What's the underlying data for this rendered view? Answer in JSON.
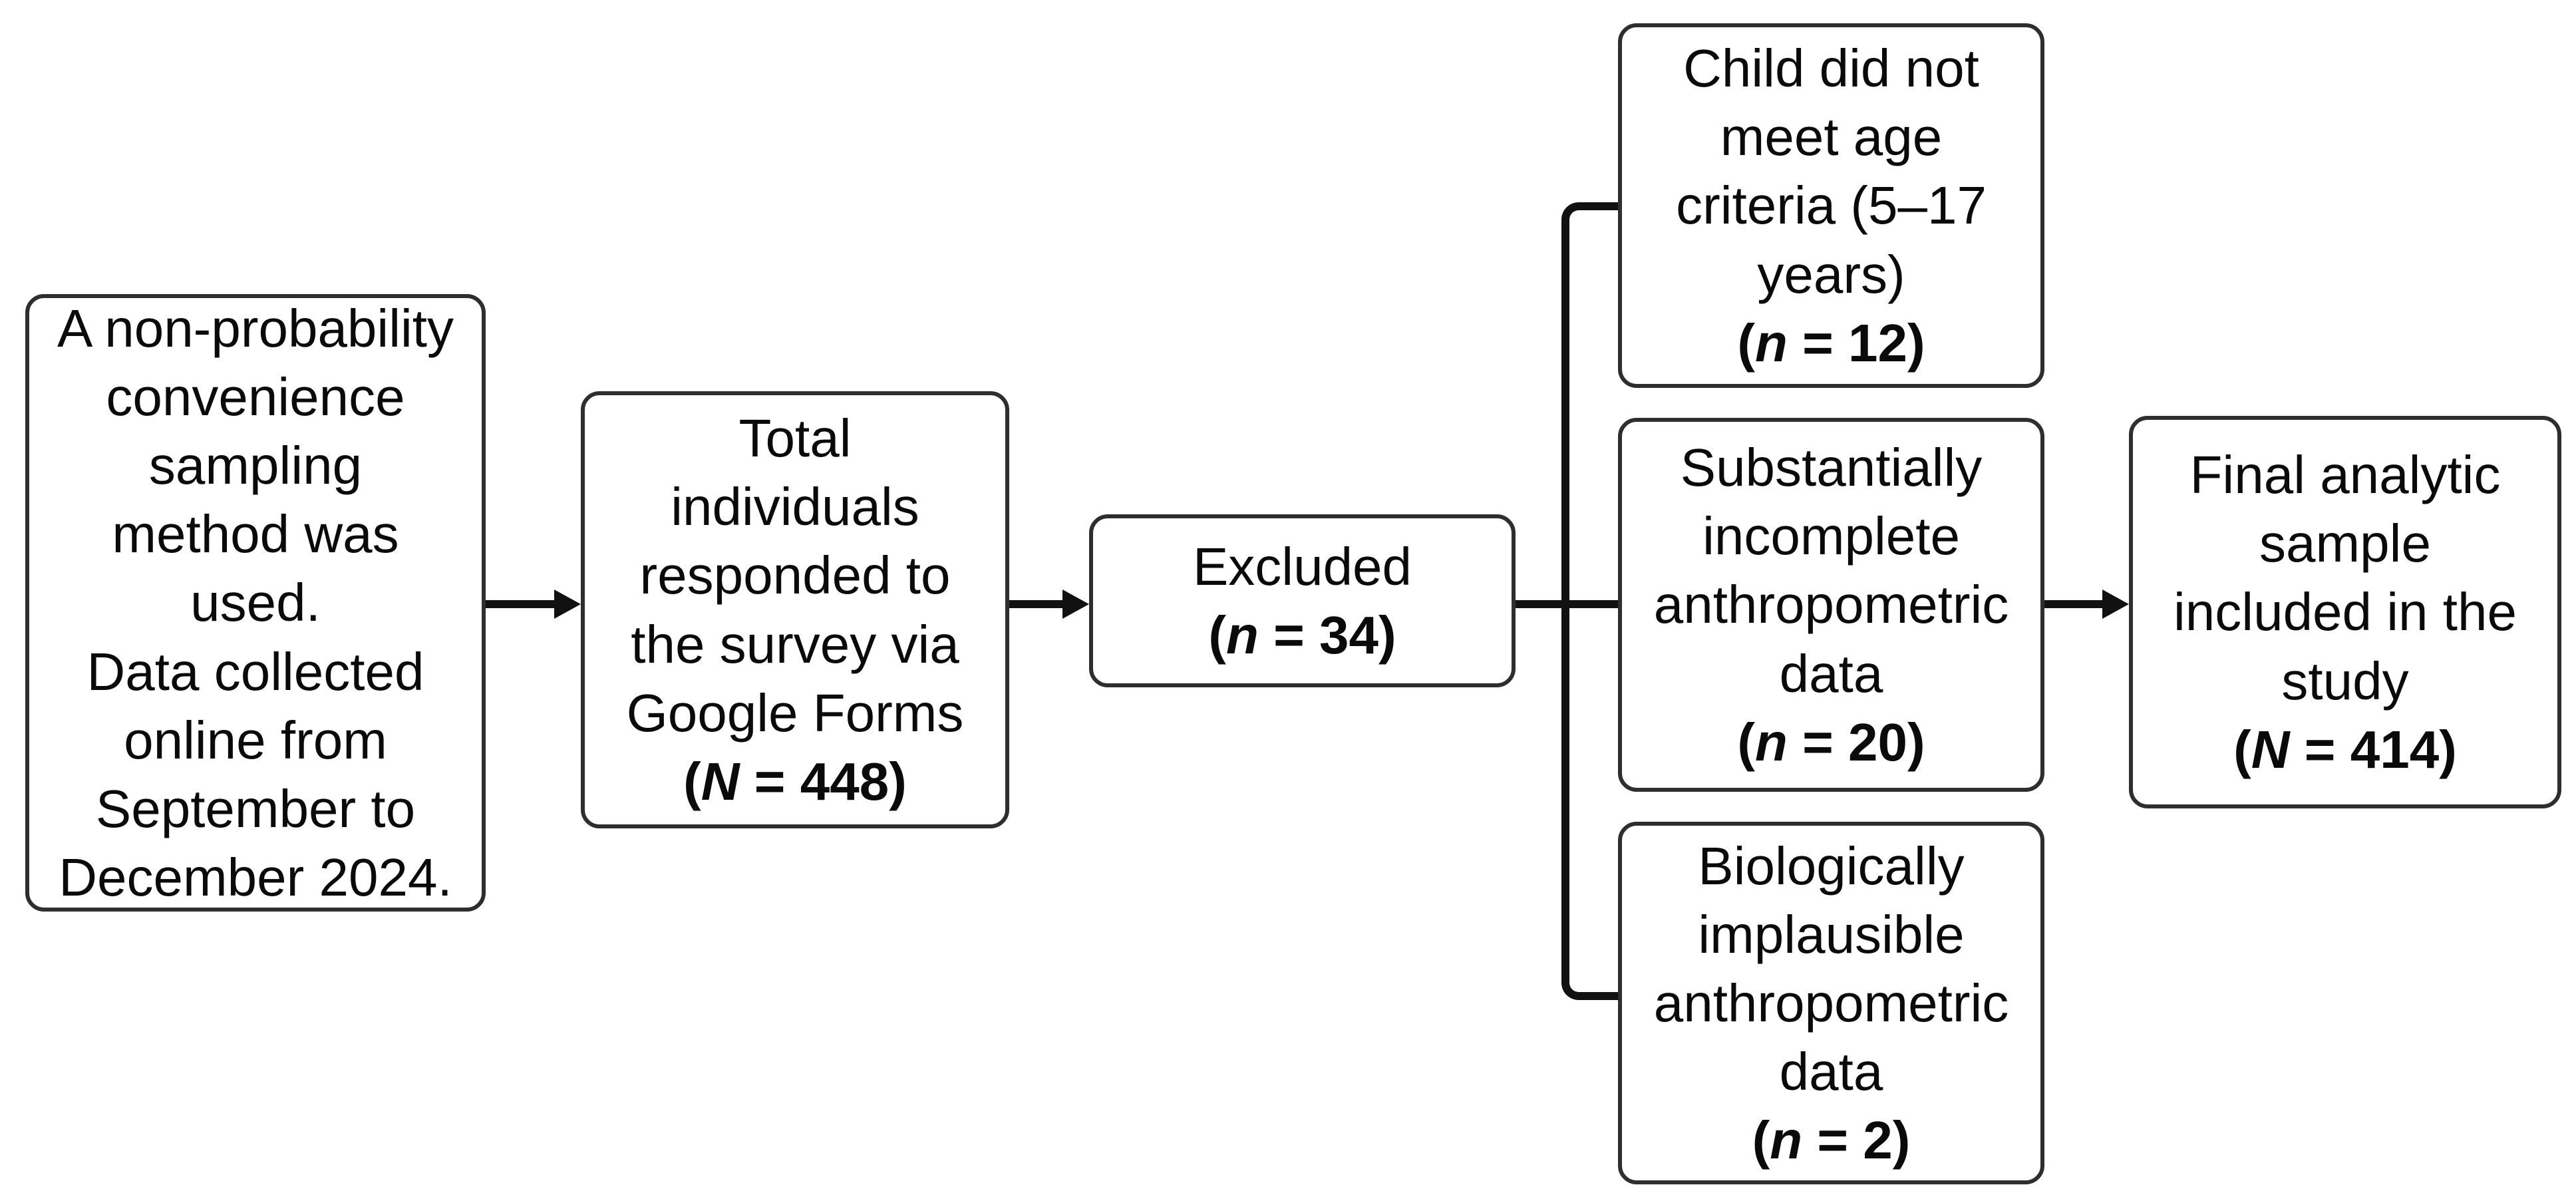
{
  "diagram": {
    "background_color": "#ffffff",
    "box_border_color": "#2e2e2e",
    "connector_color": "#111111",
    "boxes": {
      "sampling_method": {
        "text": "A non-probability\nconvenience\nsampling\nmethod was\nused.\nData collected\nonline from\nSeptember to\nDecember 2024."
      },
      "total_respondents": {
        "text": "Total\nindividuals\nresponded to\nthe survey via\nGoogle Forms",
        "count_prefix": "(",
        "count_var": "N",
        "count_rest": " = 448)"
      },
      "excluded": {
        "text": "Excluded",
        "count_prefix": "(",
        "count_var": "n",
        "count_rest": " = 34)"
      },
      "age_criteria": {
        "text": "Child did not\nmeet age\ncriteria (5–17\nyears)",
        "count_prefix": "(",
        "count_var": "n",
        "count_rest": " = 12)"
      },
      "incomplete_anthropometric": {
        "text": "Substantially\nincomplete\nanthropometric\ndata",
        "count_prefix": "(",
        "count_var": "n",
        "count_rest": " = 20)"
      },
      "implausible_anthropometric": {
        "text": "Biologically\nimplausible\nanthropometric\ndata",
        "count_prefix": "(",
        "count_var": "n",
        "count_rest": " = 2)"
      },
      "final_sample": {
        "text": "Final analytic\nsample\nincluded in the\nstudy",
        "count_prefix": "(",
        "count_var": "N",
        "count_rest": " = 414)"
      }
    }
  }
}
